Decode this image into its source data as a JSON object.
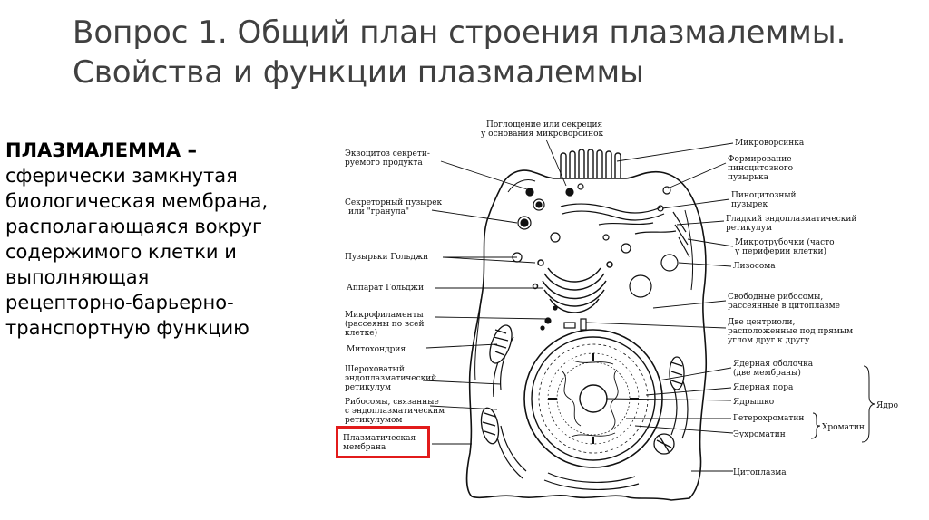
{
  "title": {
    "line1": "Вопрос 1. Общий план строения плазмалеммы.",
    "line2": "Свойства и функции плазмалеммы"
  },
  "definition": {
    "term": "ПЛАЗМАЛЕММА –",
    "lines": [
      "сферически замкнутая",
      "биологическая мембрана,",
      "располагающаяся вокруг",
      "содержимого клетки и",
      "выполняющая",
      "рецепторно-барьерно-",
      "транспортную функцию"
    ]
  },
  "diagram": {
    "top_label": [
      "Поглощение или секреция",
      "у основания микроворсинок"
    ],
    "left_labels": {
      "exocytosis": [
        "Экзоцитоз секрети-",
        "руемого продукта"
      ],
      "secretory": [
        "Секреторный пузырек",
        "или \"гранула\""
      ],
      "golgi_vesicles": [
        "Пузырьки Гольджи"
      ],
      "golgi": [
        "Аппарат Гольджи"
      ],
      "microfilaments": [
        "Микрофиламенты",
        "(рассеяны по всей",
        "клетке)"
      ],
      "mitochondria": [
        "Митохондрия"
      ],
      "rough_er": [
        "Шероховатый",
        "эндоплазматический",
        "ретикулум"
      ],
      "ribosomes_er": [
        "Рибосомы, связанные",
        "с эндоплазматическим",
        "ретикулумом"
      ],
      "plasma_membrane": [
        "Плазматическая",
        "мембрана"
      ]
    },
    "right_labels": {
      "microvillus": [
        "Микроворсинка"
      ],
      "pinocytic_formation": [
        "Формирование",
        "пиноцитозного",
        "пузырька"
      ],
      "pinocytic_vesicle": [
        "Пиноцитозный",
        "пузырек"
      ],
      "smooth_er": [
        "Гладкий эндоплазматический",
        "ретикулум"
      ],
      "microtubules": [
        "Микротрубочки (часто",
        "у периферии клетки)"
      ],
      "lysosome": [
        "Лизосома"
      ],
      "free_ribosomes": [
        "Свободные рибосомы,",
        "рассеянные в цитоплазме"
      ],
      "centrioles": [
        "Две центриоли,",
        "расположенные под прямым",
        "углом друг к другу"
      ],
      "nuclear_envelope": [
        "Ядерная оболочка",
        "(две мембраны)"
      ],
      "nuclear_pore": [
        "Ядерная пора"
      ],
      "nucleolus": [
        "Ядрышко"
      ],
      "heterochromatin": [
        "Гетерохроматин"
      ],
      "euchromatin": [
        "Эухроматин"
      ],
      "cytoplasm": [
        "Цитоплазма"
      ]
    },
    "bracket_labels": {
      "nucleus": "Ядро",
      "chromatin": "Хроматин"
    },
    "highlight_color": "#e21b1b"
  }
}
